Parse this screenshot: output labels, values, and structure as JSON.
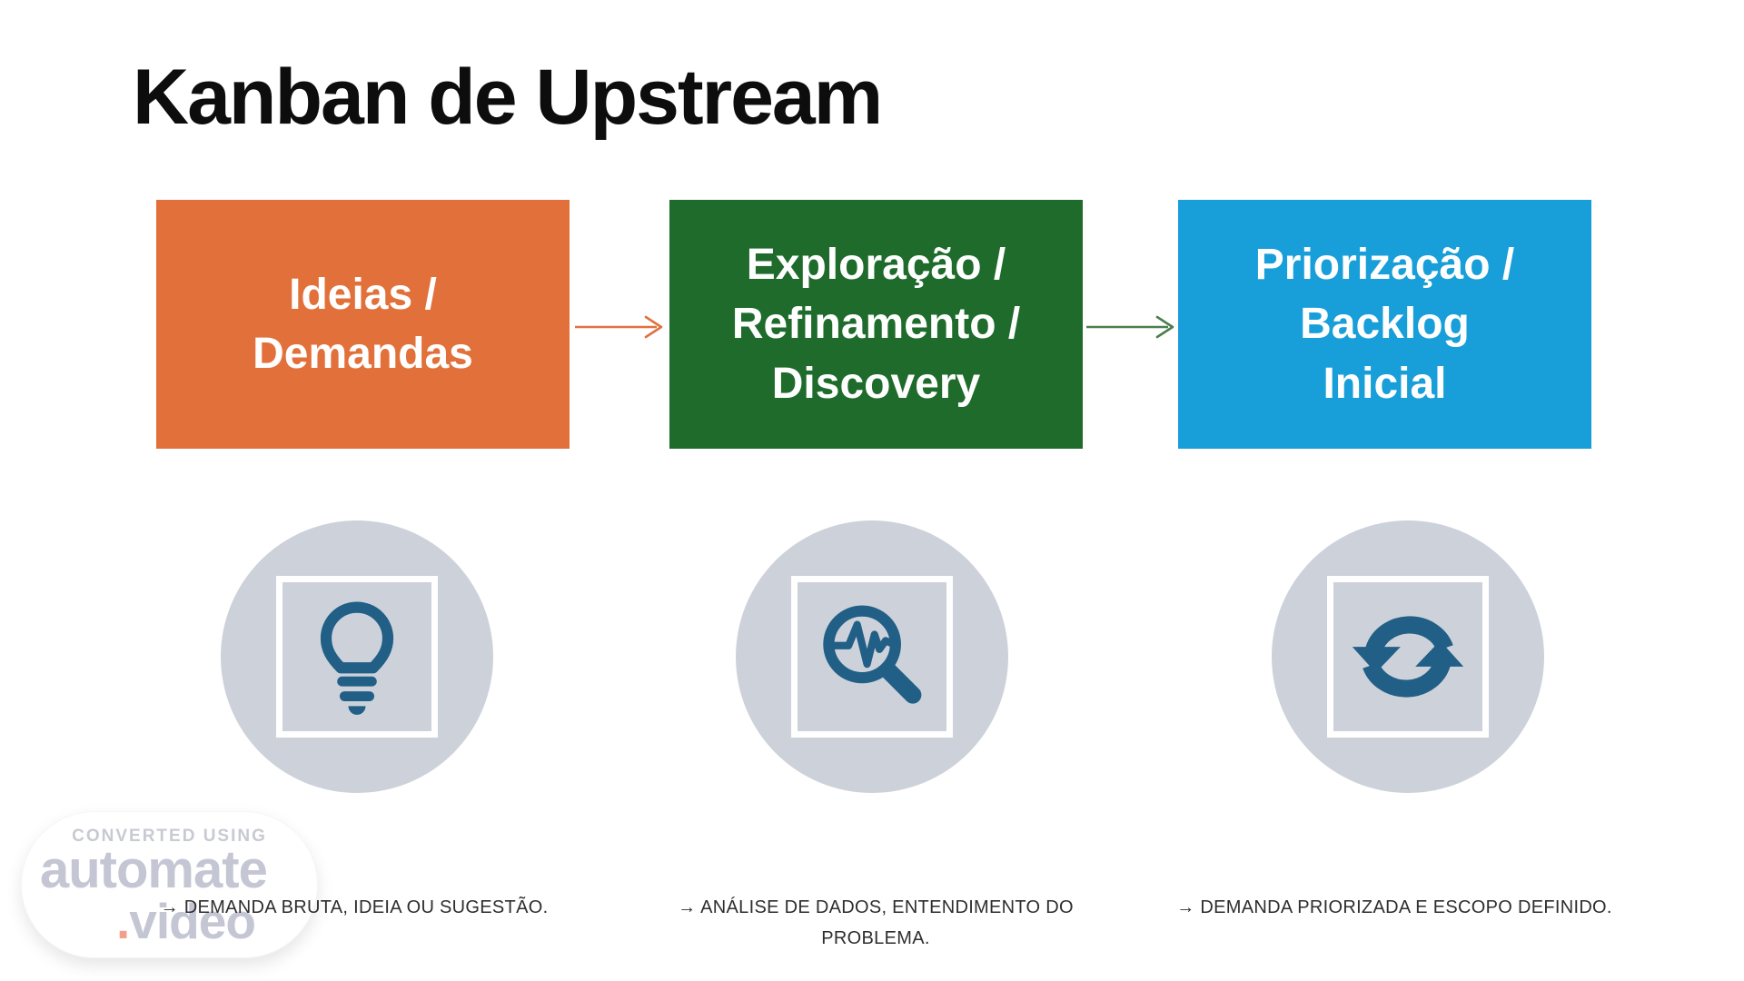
{
  "title": "Kanban de Upstream",
  "colors": {
    "stage1_orange": "#E2703A",
    "stage2_green": "#1E6B2C",
    "stage3_blue": "#189ED8",
    "icon_teal": "#215F86",
    "circle_gray": "#CDD2DA",
    "arrow1": "#E0713F",
    "arrow2": "#4A7E4E"
  },
  "stages": [
    {
      "label": "Ideias /\nDemandas",
      "color": "#E2703A",
      "icon": "lightbulb-icon",
      "description": "→ DEMANDA BRUTA, IDEIA OU SUGESTÃO."
    },
    {
      "label": "Exploração /\nRefinamento /\nDiscovery",
      "color": "#1E6B2C",
      "icon": "magnifier-pulse-icon",
      "description": "→ ANÁLISE DE DADOS, ENTENDIMENTO DO\nPROBLEMA."
    },
    {
      "label": "Priorização /\nBacklog\nInicial",
      "color": "#189ED8",
      "icon": "sync-icon",
      "description": "→ DEMANDA PRIORIZADA E ESCOPO DEFINIDO."
    }
  ],
  "watermark": {
    "tagline": "CONVERTED USING",
    "brand_top": "automate",
    "brand_dot": ".",
    "brand_bottom": "video"
  }
}
